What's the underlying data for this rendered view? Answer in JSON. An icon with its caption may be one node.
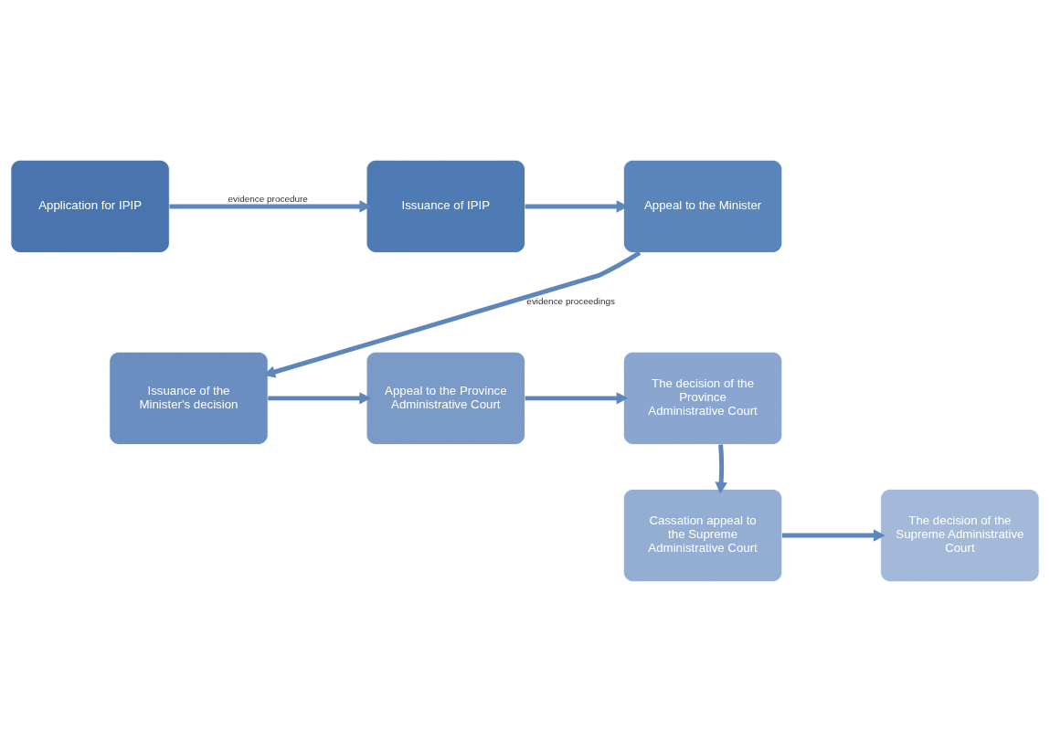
{
  "diagram": {
    "nodes": [
      {
        "text": [
          "Application for IPIP"
        ]
      },
      {
        "text": [
          "Issuance of IPIP"
        ]
      },
      {
        "text": [
          "Appeal to the Minister"
        ]
      },
      {
        "text": [
          "Issuance of the Minister's decision"
        ]
      },
      {
        "text": [
          "Appeal to the Province Administrative Court"
        ]
      },
      {
        "text": [
          "The decision of the Province Administrative Court"
        ]
      },
      {
        "text": [
          "Cassation appeal to the Supreme Administrative Court"
        ]
      },
      {
        "text": [
          "The decision of the Supreme Administrative Court"
        ]
      }
    ],
    "edges": [
      {
        "from": 0,
        "to": 1,
        "arrow": "to",
        "label": "evidence procedure"
      },
      {
        "from": 1,
        "to": 2,
        "arrow": "to"
      },
      {
        "from": 2,
        "to": 3,
        "arrow": "to",
        "label": "evidence proceedings"
      },
      {
        "from": 3,
        "to": 4,
        "arrow": "to"
      },
      {
        "from": 4,
        "to": 5,
        "arrow": "to"
      },
      {
        "from": 5,
        "to": 6,
        "arrow": "to"
      },
      {
        "from": 6,
        "to": 7,
        "arrow": "to"
      }
    ]
  }
}
